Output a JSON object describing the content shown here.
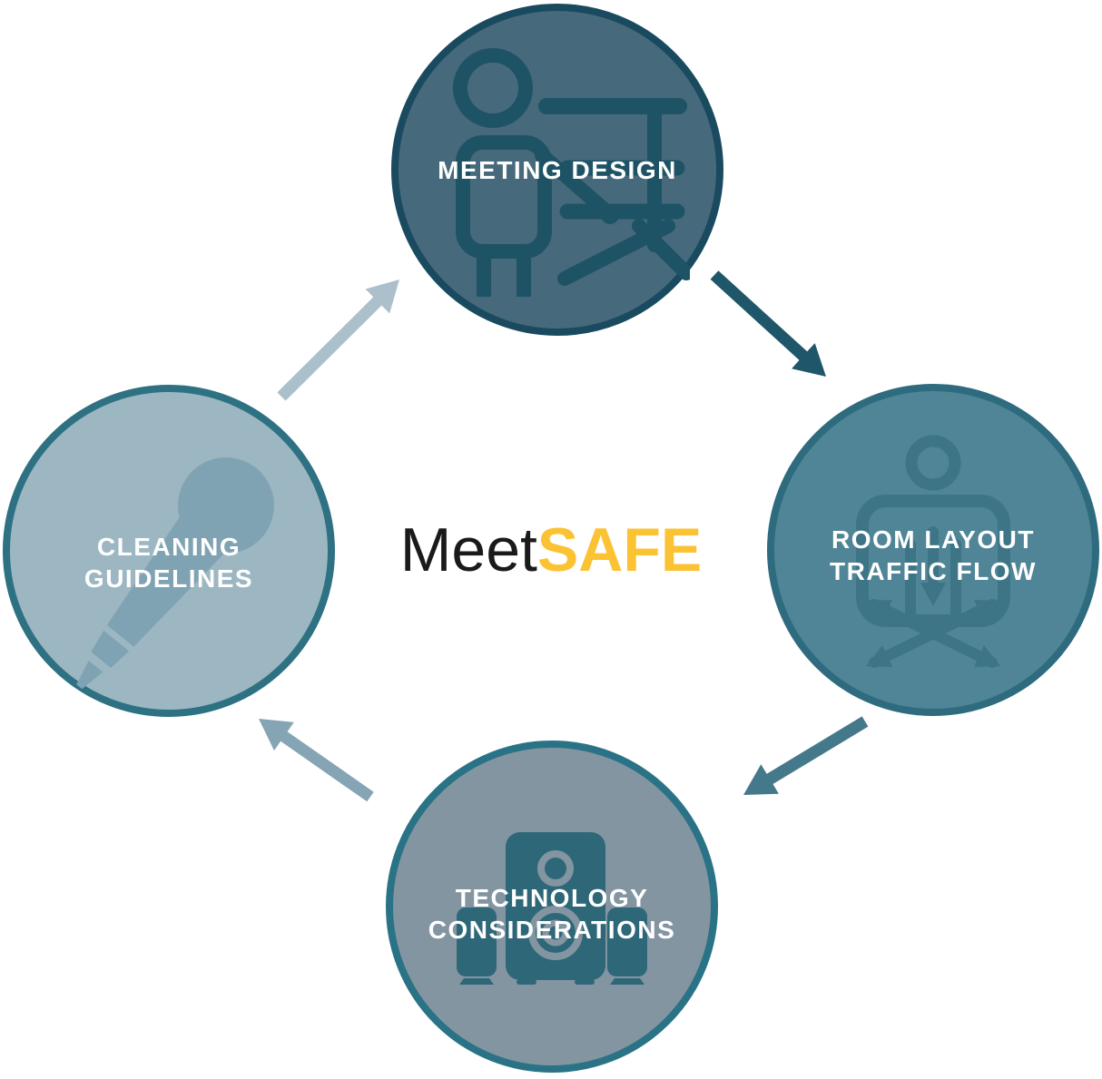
{
  "title": {
    "prefix": "Meet",
    "highlight": "SAFE",
    "prefix_color": "#1A1A1A",
    "highlight_color": "#FBC233"
  },
  "background_color": "#FFFFFF",
  "nodes": {
    "meeting_design": {
      "label": "MEETING DESIGN",
      "icon": "presenter-flipchart-icon",
      "fill": "#47697C",
      "border": "#194A5F",
      "icon_color": "#1E5366",
      "text_color": "#FFFFFF"
    },
    "room_layout": {
      "line1": "ROOM LAYOUT",
      "line2": "TRAFFIC FLOW",
      "icon": "person-traffic-arrows-icon",
      "fill": "#4F8596",
      "border": "#2E6B7E",
      "icon_color": "#3D7587",
      "text_color": "#FFFFFF"
    },
    "technology": {
      "line1": "TECHNOLOGY",
      "line2": "CONSIDERATIONS",
      "icon": "speaker-system-icon",
      "fill": "#8495A2",
      "border": "#2A7386",
      "icon_color": "#2E6878",
      "text_color": "#FFFFFF"
    },
    "cleaning": {
      "line1": "CLEANING",
      "line2": "GUIDELINES",
      "icon": "microphone-icon",
      "fill": "#9CB7C2",
      "border": "#2D7183",
      "icon_color": "#80A3B3",
      "text_color": "#FFFFFF"
    }
  },
  "arrows": [
    {
      "name": "arrow-meeting-design-to-room-layout",
      "direction": "down-right",
      "color": "#20566A"
    },
    {
      "name": "arrow-room-layout-to-technology",
      "direction": "down-left",
      "color": "#44798B"
    },
    {
      "name": "arrow-technology-to-cleaning",
      "direction": "up-left",
      "color": "#85A5B4"
    },
    {
      "name": "arrow-cleaning-to-meeting-design",
      "direction": "up-right",
      "color": "#ACC0CB"
    }
  ]
}
